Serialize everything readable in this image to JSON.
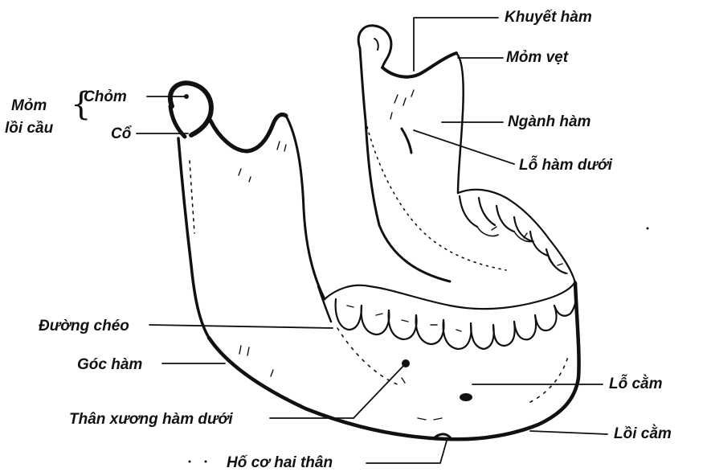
{
  "labels": {
    "mom_loi_cau_1": "Mỏm",
    "mom_loi_cau_2": "lồi cầu",
    "chom": "Chỏm",
    "co": "Cổ",
    "khuyet_ham": "Khuyết hàm",
    "mom_vet": "Mỏm vẹt",
    "nganh_ham": "Ngành hàm",
    "lo_ham_duoi": "Lỗ hàm dưới",
    "duong_cheo": "Đường chéo",
    "goc_ham": "Góc hàm",
    "than_xuong_ham_duoi": "Thân xương hàm dưới",
    "ho_co_hai_than": "Hố cơ hai thân",
    "lo_cam": "Lỗ cằm",
    "loi_cam": "Lồi cằm"
  },
  "colors": {
    "ink": "#111111",
    "background": "#ffffff"
  }
}
